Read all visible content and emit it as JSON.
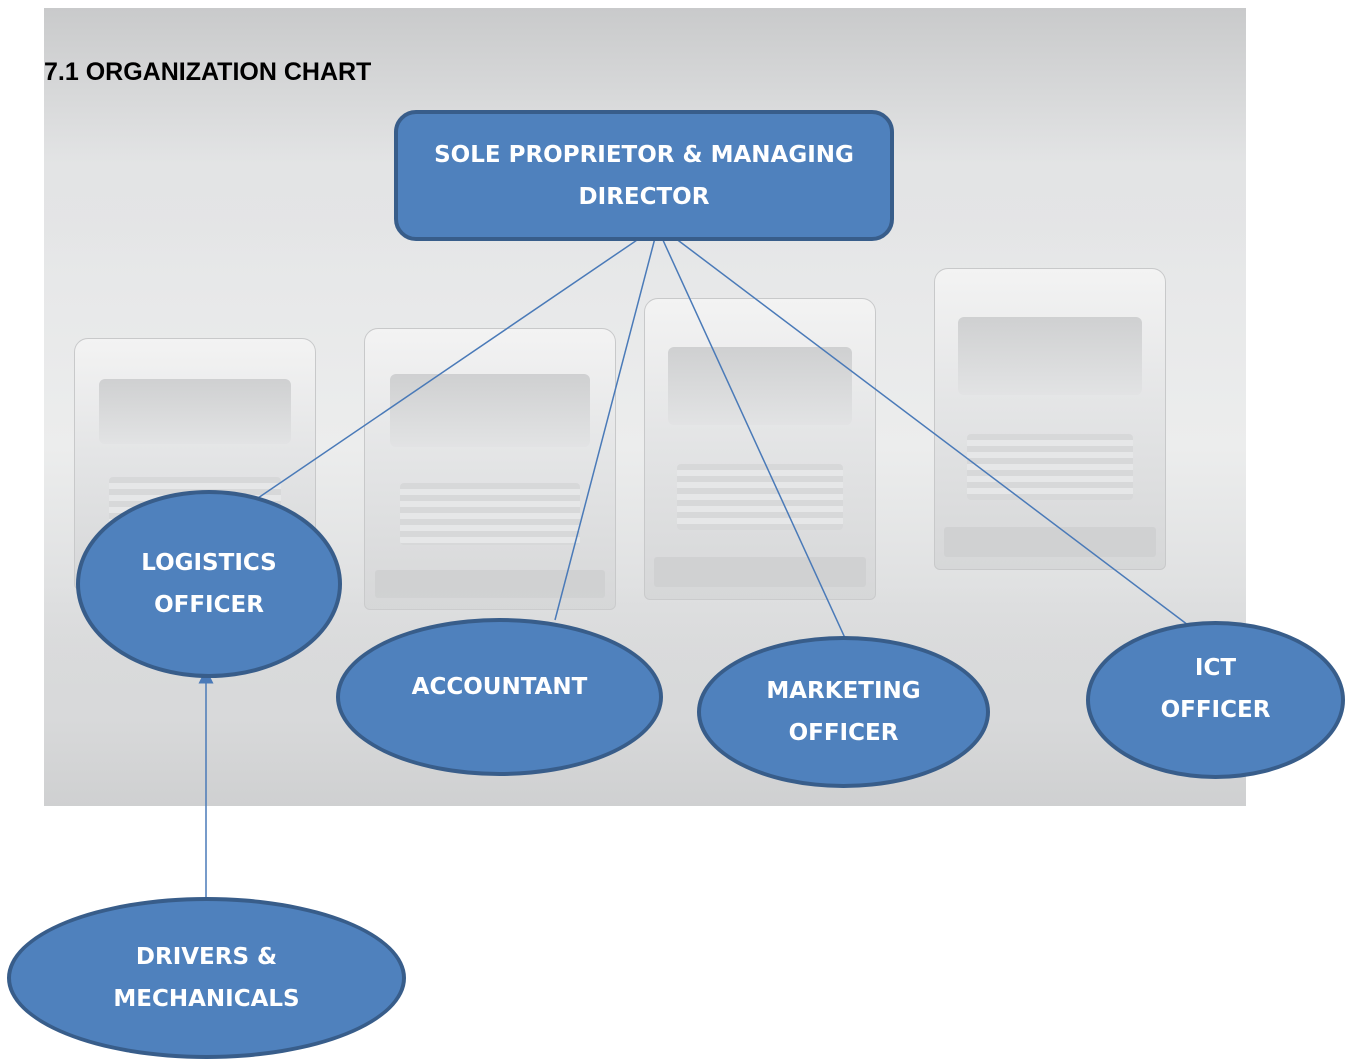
{
  "title": "7.1 ORGANIZATION CHART",
  "colors": {
    "node_fill": "#4f81bd",
    "node_border": "#385d8a",
    "connector": "#4a7ab8",
    "text": "#ffffff"
  },
  "nodes": {
    "director": {
      "line1": "SOLE PROPRIETOR & MANAGING",
      "line2": "DIRECTOR"
    },
    "logistics": {
      "line1": "LOGISTICS",
      "line2": "OFFICER"
    },
    "accountant": {
      "line1": "ACCOUNTANT"
    },
    "marketing": {
      "line1": "MARKETING",
      "line2": "OFFICER"
    },
    "ict": {
      "line1": "ICT",
      "line2": "OFFICER"
    },
    "drivers": {
      "line1": "DRIVERS &",
      "line2": "MECHANICALS"
    }
  },
  "background": {
    "description_icon": "trucks-photo"
  }
}
